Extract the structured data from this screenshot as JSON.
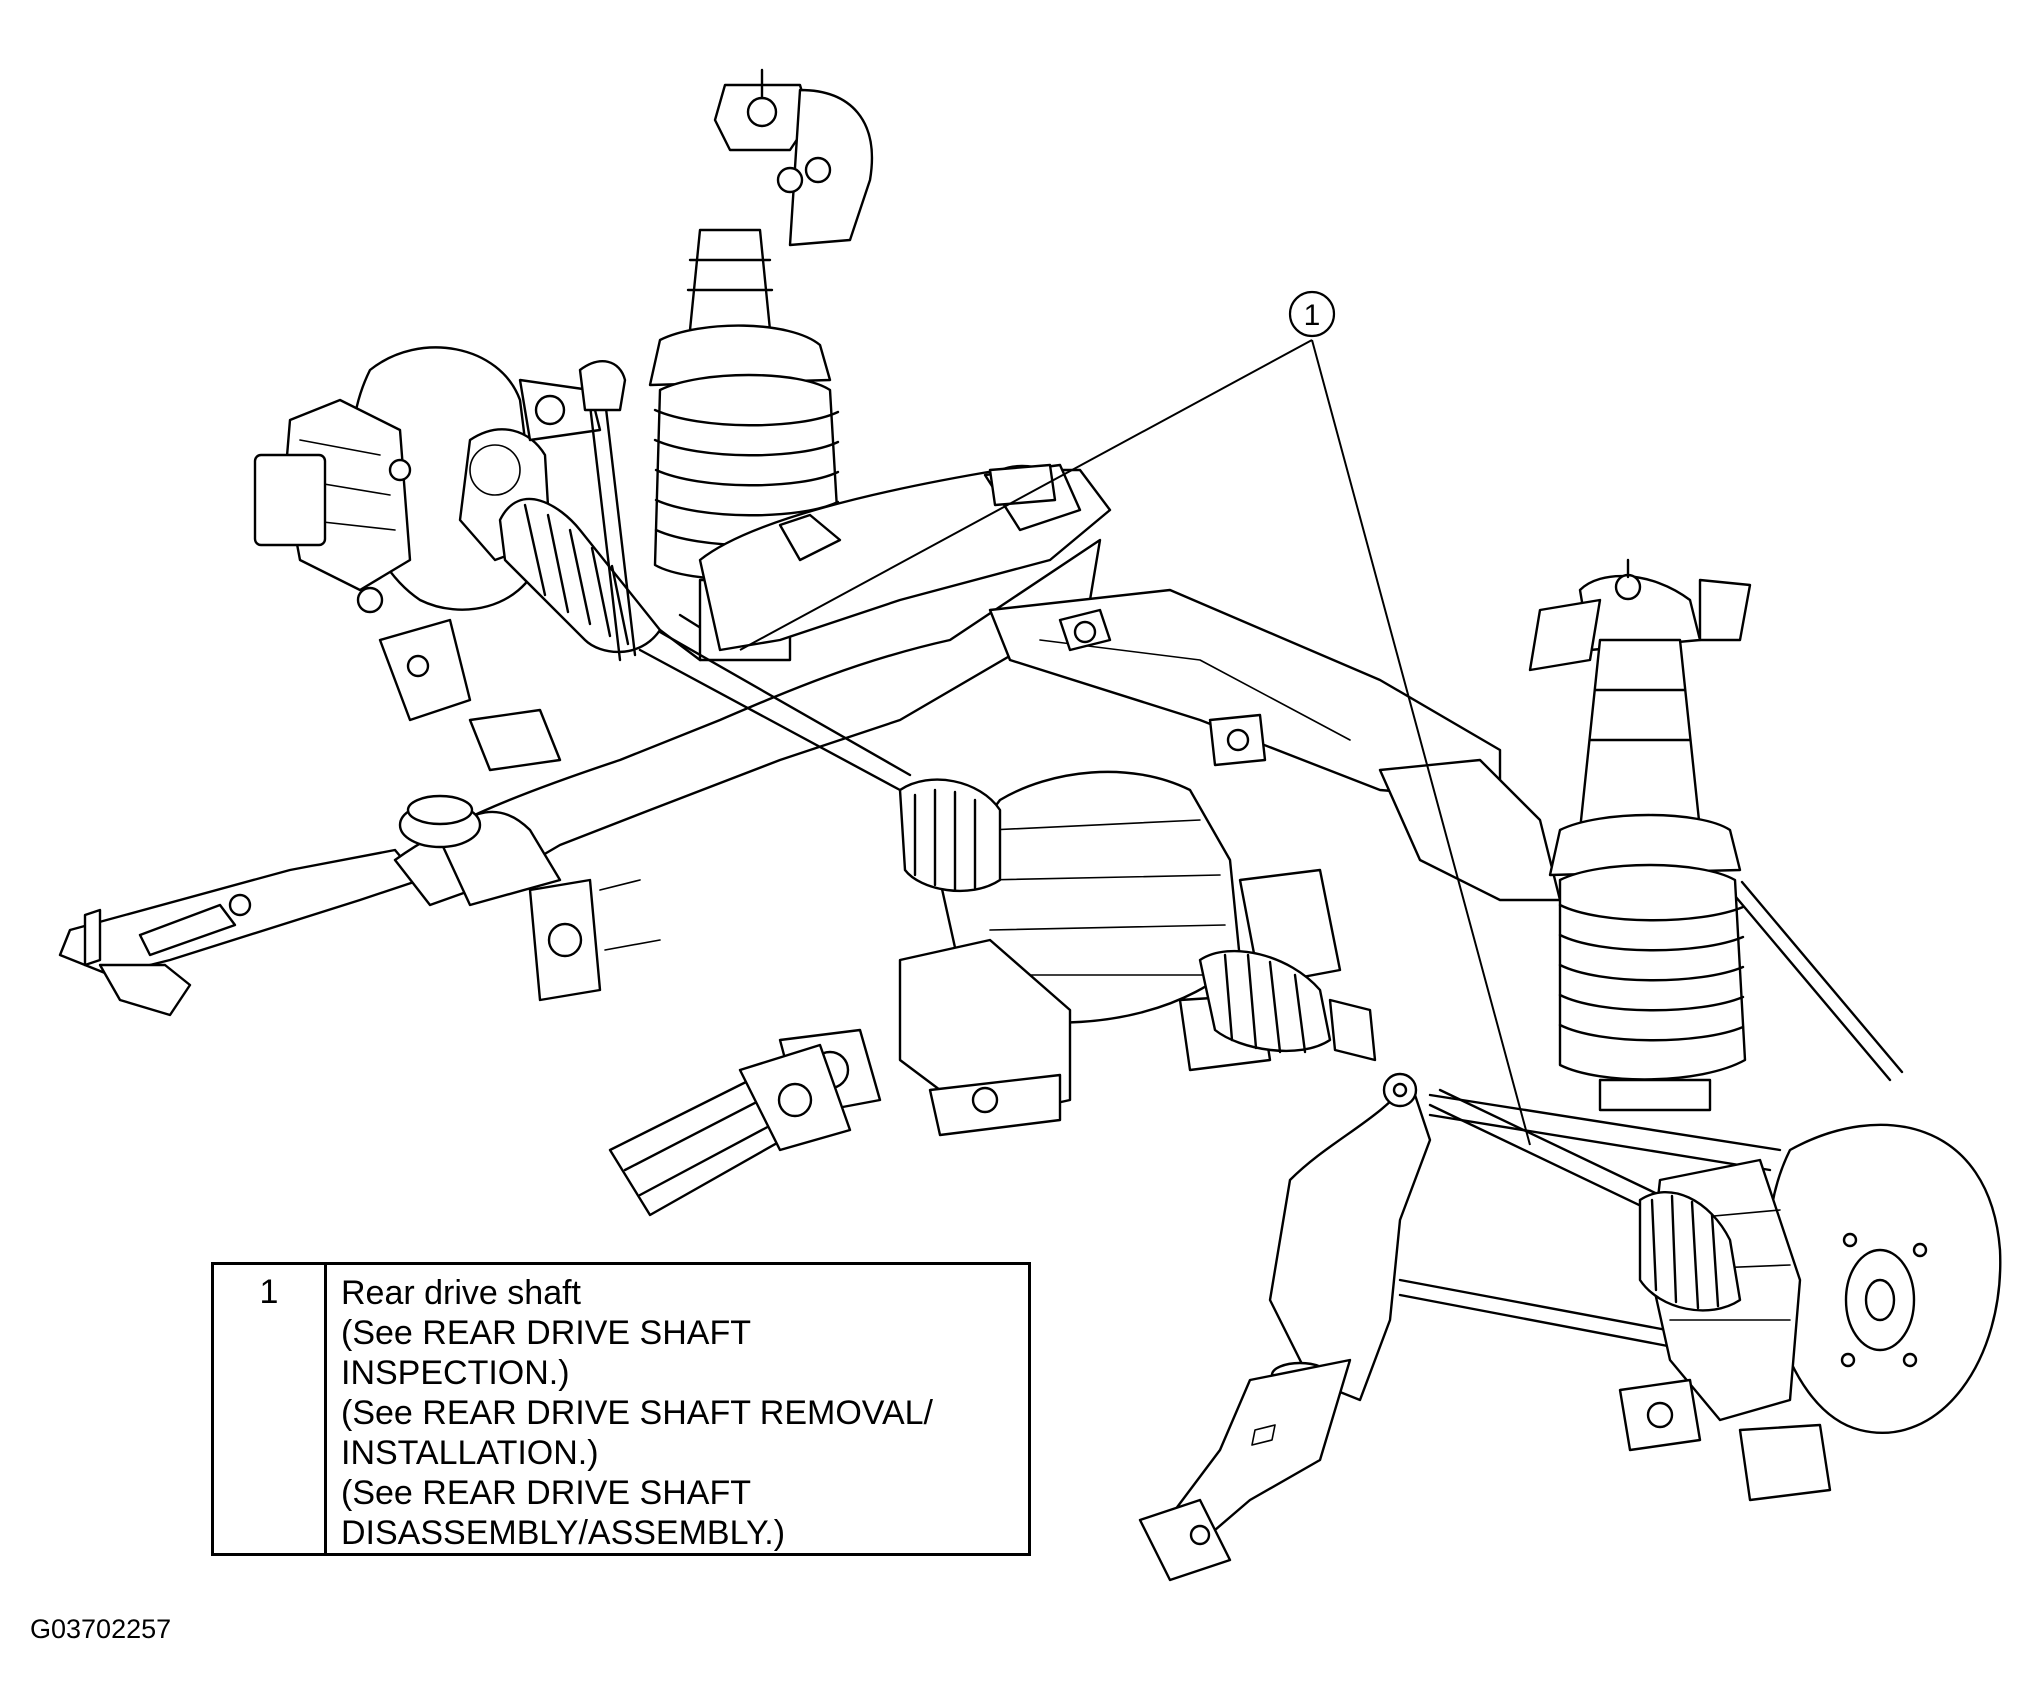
{
  "callout": {
    "number": "1"
  },
  "legend": {
    "number": "1",
    "lines": [
      "Rear drive shaft",
      "(See REAR DRIVE SHAFT",
      "INSPECTION.)",
      "(See REAR DRIVE SHAFT REMOVAL/",
      "INSTALLATION.)",
      "(See REAR DRIVE SHAFT",
      "DISASSEMBLY/ASSEMBLY.)"
    ]
  },
  "figure_id": "G03702257"
}
